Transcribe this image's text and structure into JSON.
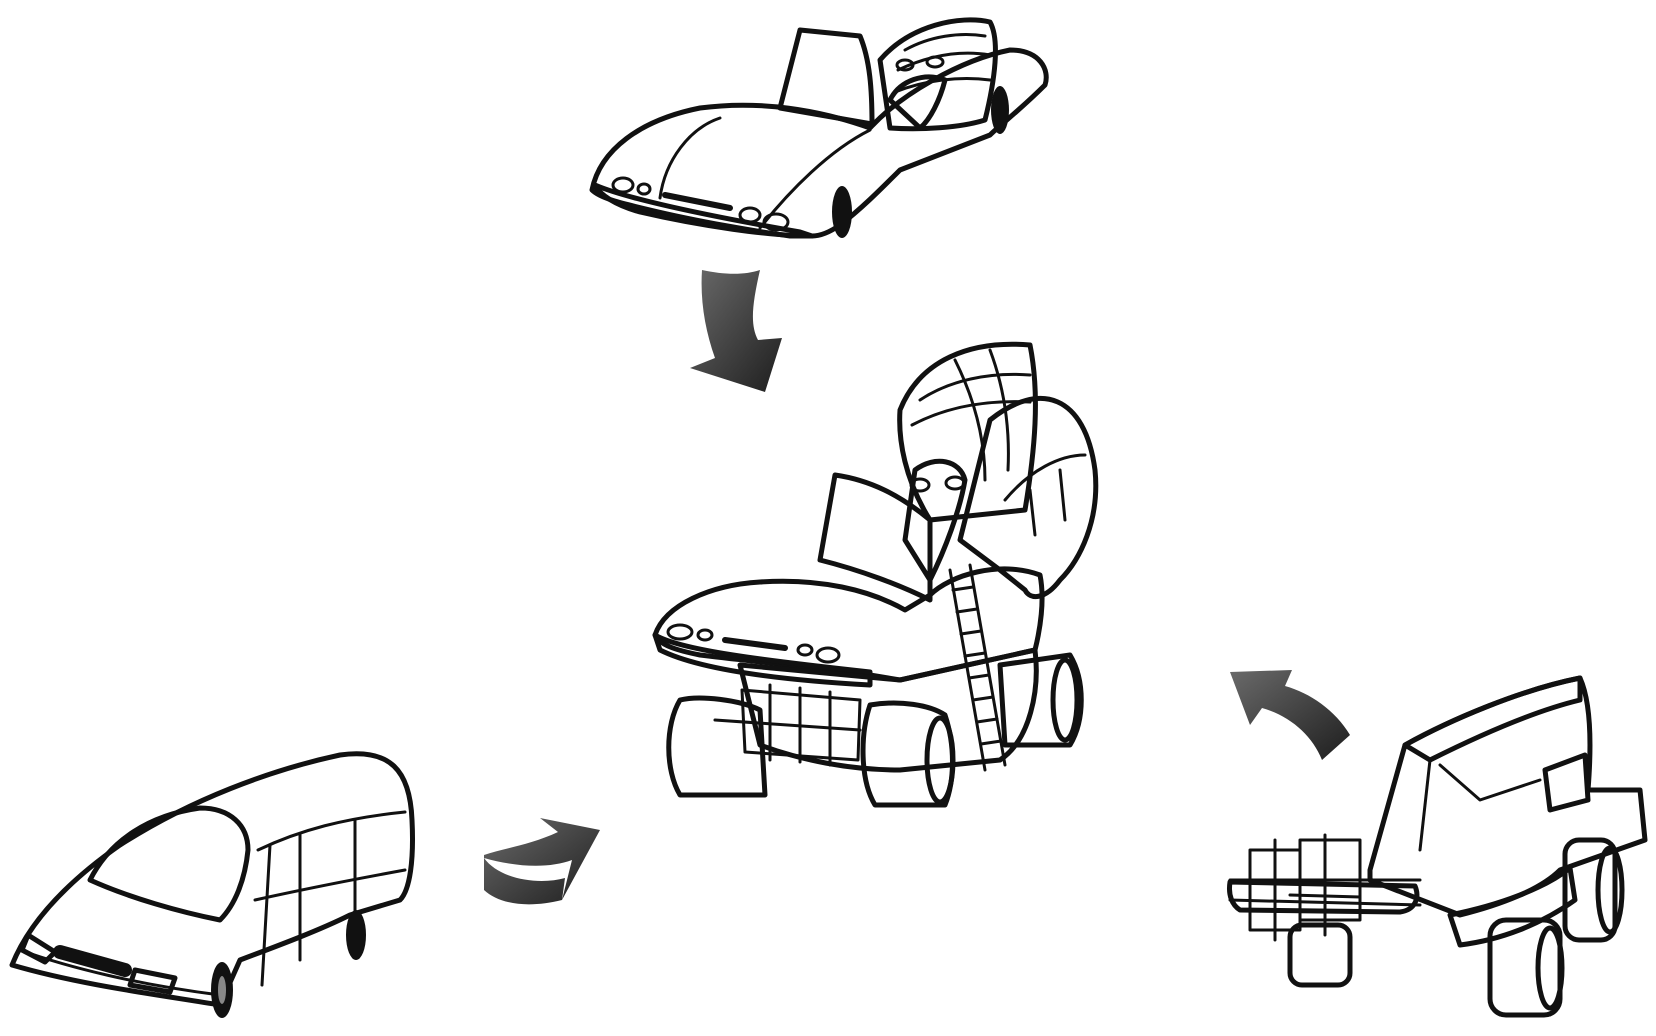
{
  "diagram": {
    "description_free": true,
    "nodes": [
      {
        "id": "roadster",
        "icon": "convertible-car-icon"
      },
      {
        "id": "minivan",
        "icon": "minivan-car-icon"
      },
      {
        "id": "jeep",
        "icon": "off-road-jeep-icon"
      },
      {
        "id": "hybrid",
        "icon": "hybrid-vehicle-icon"
      }
    ],
    "edges": [
      {
        "from": "roadster",
        "to": "hybrid",
        "icon": "curved-arrow-icon"
      },
      {
        "from": "minivan",
        "to": "hybrid",
        "icon": "curved-arrow-icon"
      },
      {
        "from": "jeep",
        "to": "hybrid",
        "icon": "curved-arrow-icon"
      }
    ],
    "colors": {
      "ink": "#111111",
      "body_light": "#e4e4e4",
      "body_mid": "#bdbdbd",
      "body_dark": "#7a7a7a",
      "arrow": "#3a3a3a"
    }
  }
}
